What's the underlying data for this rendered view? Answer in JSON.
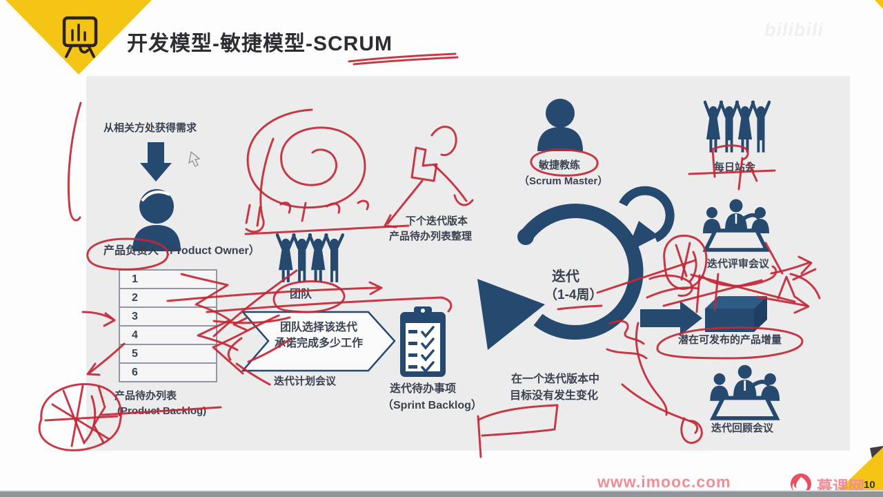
{
  "header": {
    "title": "开发模型-敏捷模型-SCRUM"
  },
  "watermark": {
    "text": "bilibili"
  },
  "diagram": {
    "requirements_note": "从相关方处获得需求",
    "product_owner": {
      "label": "产品负责人",
      "sublabel": "（Product Owner）"
    },
    "product_backlog": {
      "rows": [
        "1",
        "2",
        "3",
        "4",
        "5",
        "6"
      ],
      "label": "产品待办列表",
      "sublabel": "(Product Backlog)"
    },
    "team": {
      "label": "团队"
    },
    "planning_banner": {
      "line1": "团队选择该迭代",
      "line2": "承诺完成多少工作"
    },
    "planning_meeting": {
      "label": "迭代计划会议"
    },
    "sprint_backlog": {
      "label": "迭代待办事项",
      "sublabel": "（Sprint Backlog）"
    },
    "grooming_note": {
      "line1": "下个迭代版本",
      "line2": "产品待办列表整理"
    },
    "scrum_master": {
      "label": "敏捷教练",
      "sublabel": "（Scrum Master）"
    },
    "sprint": {
      "label": "迭代",
      "sublabel": "（1-4周）"
    },
    "goal_note": {
      "line1": "在一个迭代版本中",
      "line2": "目标没有发生变化"
    },
    "daily_standup": {
      "label": "每日站会"
    },
    "sprint_review": {
      "label": "迭代评审会议"
    },
    "increment": {
      "label": "潜在可发布的产品增量"
    },
    "sprint_retrospective": {
      "label": "迭代回顾会议"
    }
  },
  "footer": {
    "url": "www.imooc.com",
    "brand": "慕课网",
    "page": "10"
  },
  "icons": {
    "slide_marker": "presentation-board-icon",
    "brand_logo": "flame-icon",
    "people": "person-silhouette-icons"
  },
  "colors": {
    "navy": "#26496f",
    "navy_light": "#2e5a86",
    "navy_dark": "#1e3f63",
    "red": "#c22837",
    "yellow": "#f5c516",
    "panel": "#ececec",
    "pink": "#ee8e97",
    "text_dark": "#3a4150"
  }
}
